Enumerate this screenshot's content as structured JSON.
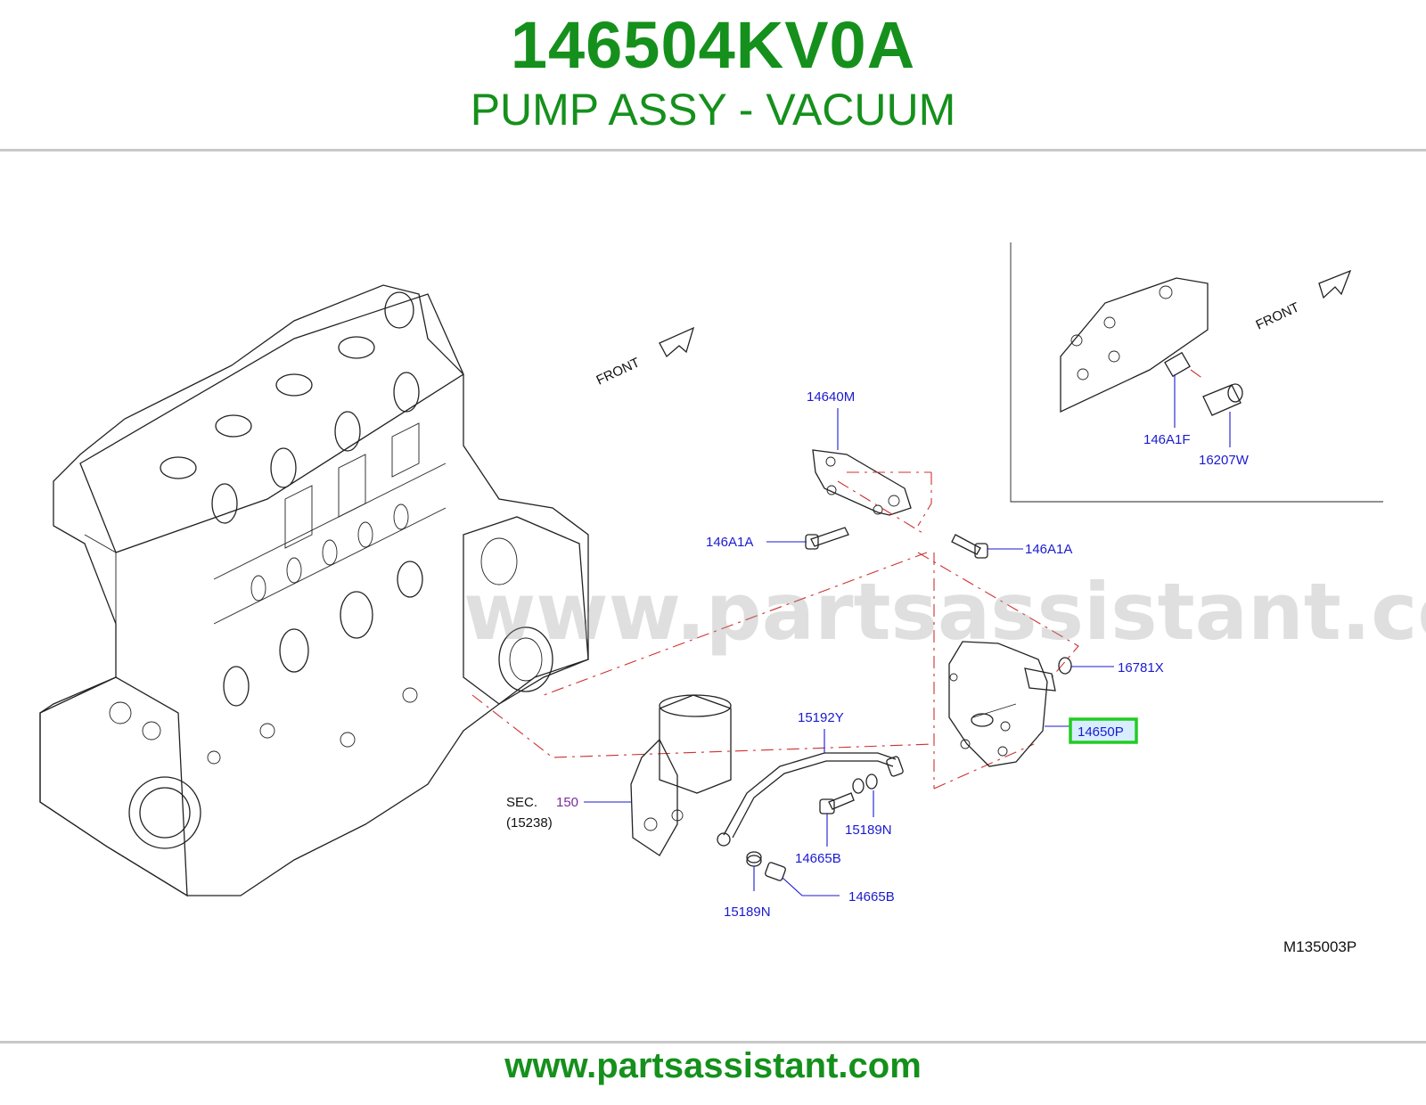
{
  "header": {
    "part_number": "146504KV0A",
    "part_name": "PUMP ASSY - VACUUM"
  },
  "diagram": {
    "watermark": "www.partsassistant.com",
    "front_label": "FRONT",
    "inset_front_label": "FRONT",
    "diagram_code": "M135003P",
    "sec_label": "SEC.",
    "sec_number": "150",
    "sec_sub": "(15238)",
    "callouts": {
      "c14640M": "14640M",
      "c146A1A_left": "146A1A",
      "c146A1A_right": "146A1A",
      "c16781X": "16781X",
      "c14650P": "14650P",
      "c15192Y": "15192Y",
      "c15189N_upper": "15189N",
      "c14665B_upper": "14665B",
      "c15189N_lower": "15189N",
      "c14665B_lower": "14665B",
      "c146A1F": "146A1F",
      "c16207W": "16207W"
    },
    "highlight_color": "#22cc22"
  },
  "footer": {
    "url": "www.partsassistant.com"
  },
  "colors": {
    "brand_green": "#15901c",
    "callout_blue": "#1a1ad0",
    "rule_gray": "#c8c8c8"
  }
}
